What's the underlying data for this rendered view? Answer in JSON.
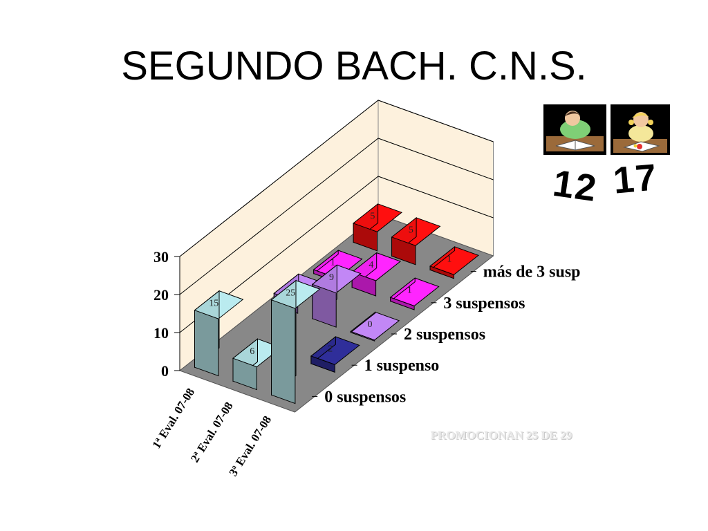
{
  "slide": {
    "title": "SEGUNDO BACH. C.N.S.",
    "boys_count": "12",
    "girls_count": "17",
    "note": "PROMOCIONAN  25 DE 29"
  },
  "chart_data": {
    "type": "bar",
    "subtype": "3d-column",
    "title": "",
    "categories": [
      "1ª Eval. 07-08",
      "2ª Eval. 07-08",
      "3ª Eval. 07-08"
    ],
    "ylim": [
      0,
      30
    ],
    "yticks": [
      0,
      10,
      20,
      30
    ],
    "grid": true,
    "series": [
      {
        "name": "0 suspensos",
        "values": [
          15,
          6,
          25
        ],
        "color": "#a9d6d9"
      },
      {
        "name": "1 suspenso",
        "values": [
          null,
          null,
          2
        ],
        "color": "#2b2a8c"
      },
      {
        "name": "2 suspensos",
        "values": [
          3,
          9,
          0
        ],
        "color": "#b07be0"
      },
      {
        "name": "3 suspensos",
        "values": [
          1,
          4,
          1
        ],
        "color": "#ee22ee"
      },
      {
        "name": "más de 3 susp",
        "values": [
          5,
          5,
          1
        ],
        "color": "#ee0e0e"
      }
    ]
  }
}
